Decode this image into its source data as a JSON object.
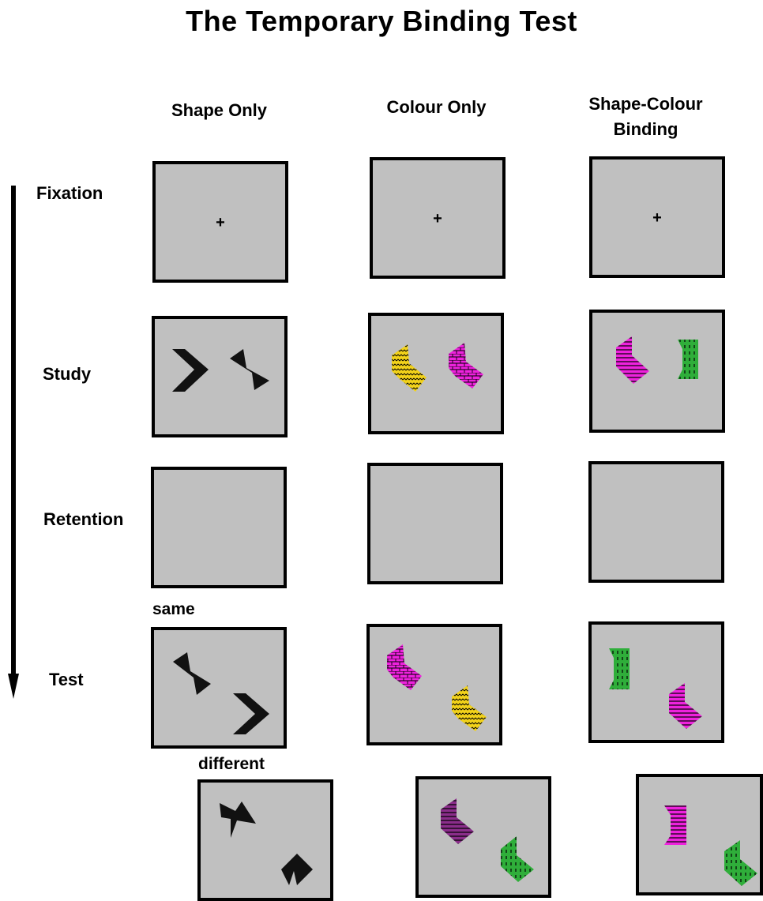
{
  "title": "The Temporary Binding Test",
  "columns": {
    "shape_only": "Shape Only",
    "colour_only": "Colour Only",
    "binding_line1": "Shape-Colour",
    "binding_line2": "Binding"
  },
  "rows": {
    "fixation": "Fixation",
    "study": "Study",
    "retention": "Retention",
    "test": "Test"
  },
  "test_labels": {
    "same": "same",
    "different": "different"
  },
  "colors": {
    "panel_bg": "#c0c0c0",
    "yellow": "#f2d21a",
    "magenta": "#ee22dd",
    "green": "#2fae3a",
    "purple": "#8a2d8a",
    "black": "#111111"
  }
}
